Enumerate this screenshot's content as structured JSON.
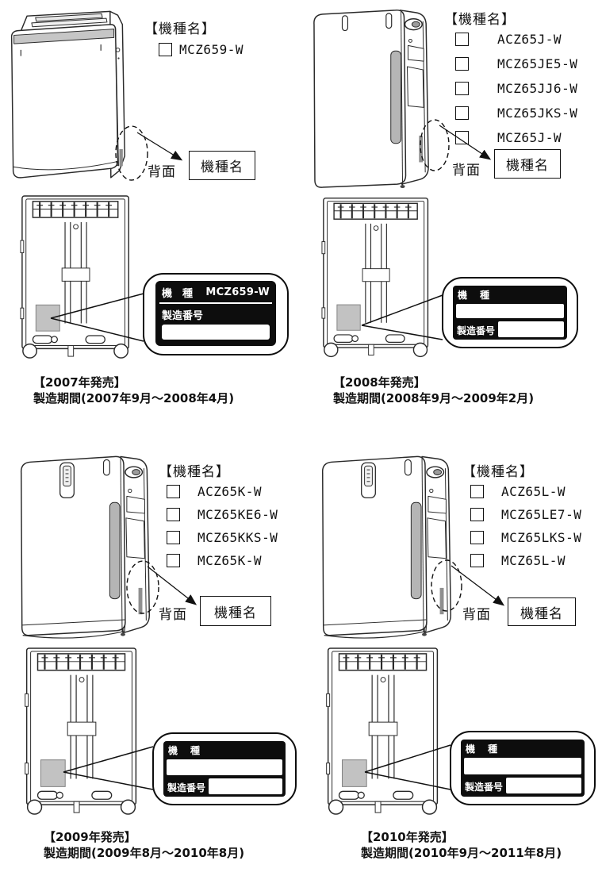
{
  "labels": {
    "model_list_header": "【機種名】",
    "back_side": "背面",
    "model_name_box": "機種名",
    "plate_model_title": "機　種",
    "plate_serial_title": "製造番号"
  },
  "panels": [
    {
      "year_header": "【2007年発売】",
      "period": "製造期間(2007年9月～2008年4月)",
      "plate_model_value": "MCZ659-W",
      "models": [
        "MCZ659-W"
      ]
    },
    {
      "year_header": "【2008年発売】",
      "period": "製造期間(2008年9月～2009年2月)",
      "plate_model_value": "",
      "models": [
        "ACZ65J-W",
        "MCZ65JE5-W",
        "MCZ65JJ6-W",
        "MCZ65JKS-W",
        "MCZ65J-W"
      ]
    },
    {
      "year_header": "【2009年発売】",
      "period": "製造期間(2009年8月～2010年8月)",
      "plate_model_value": "",
      "models": [
        "ACZ65K-W",
        "MCZ65KE6-W",
        "MCZ65KKS-W",
        "MCZ65K-W"
      ]
    },
    {
      "year_header": "【2010年発売】",
      "period": "製造期間(2010年9月～2011年8月)",
      "plate_model_value": "",
      "models": [
        "ACZ65L-W",
        "MCZ65LE7-W",
        "MCZ65LKS-W",
        "MCZ65L-W"
      ]
    }
  ],
  "colors": {
    "line": "#2a2a2a",
    "plate_background": "#0d0d0d",
    "label_square_gray": "#c2c2c2",
    "stripe_gray": "#b5b5b5"
  }
}
